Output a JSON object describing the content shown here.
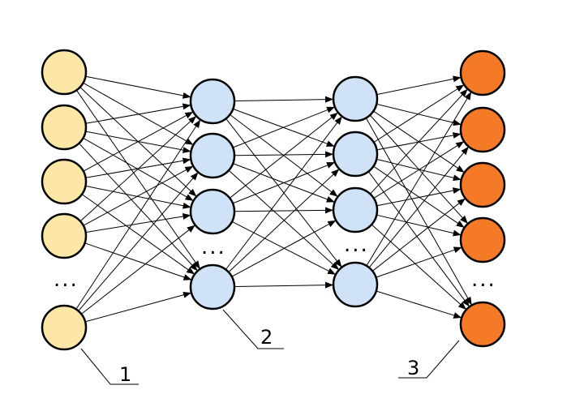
{
  "diagram": {
    "layers": [
      {
        "id": "input",
        "count": 5,
        "fill": "#fce7a6",
        "stroke": "#000000"
      },
      {
        "id": "hidden-1",
        "count": 4,
        "fill": "#cfe2f7",
        "stroke": "#000000"
      },
      {
        "id": "hidden-2",
        "count": 4,
        "fill": "#cfe2f7",
        "stroke": "#000000"
      },
      {
        "id": "output",
        "count": 5,
        "fill": "#f47a28",
        "stroke": "#000000"
      }
    ],
    "ellipsis": "...",
    "callouts": [
      {
        "text": "1"
      },
      {
        "text": "2"
      },
      {
        "text": "3"
      }
    ],
    "edge_color": "#000000"
  }
}
